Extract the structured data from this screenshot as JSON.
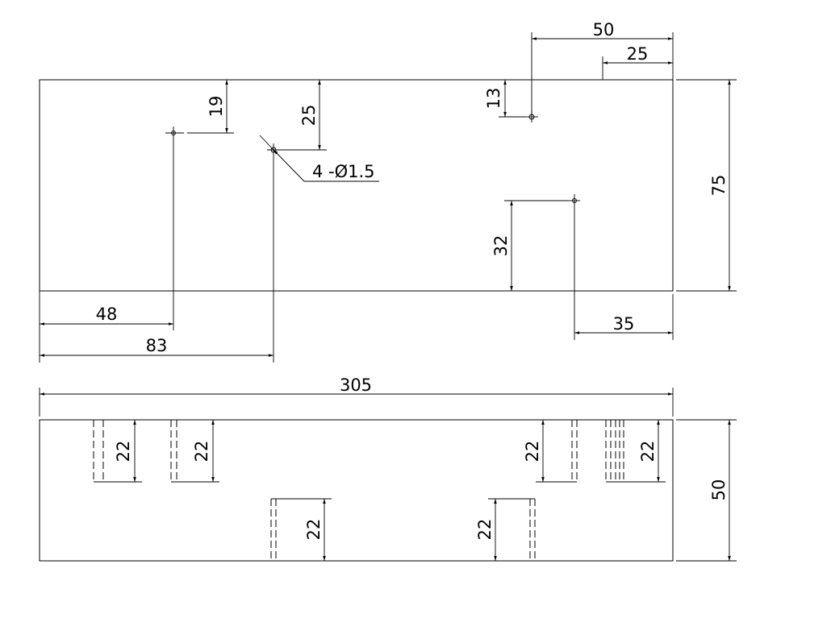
{
  "drawing": {
    "top_view": {
      "dims": {
        "d50_top": "50",
        "d25_top": "25",
        "d19": "19",
        "d25_left": "25",
        "d13": "13",
        "d75": "75",
        "d32": "32",
        "d48": "48",
        "d83": "83",
        "d35": "35"
      },
      "hole_callout": "4 -Ø1.5"
    },
    "front_view": {
      "dims": {
        "d305": "305",
        "d50_right": "50",
        "d22_a": "22",
        "d22_b": "22",
        "d22_c": "22",
        "d22_d": "22",
        "d22_e": "22",
        "d22_f": "22"
      }
    }
  }
}
